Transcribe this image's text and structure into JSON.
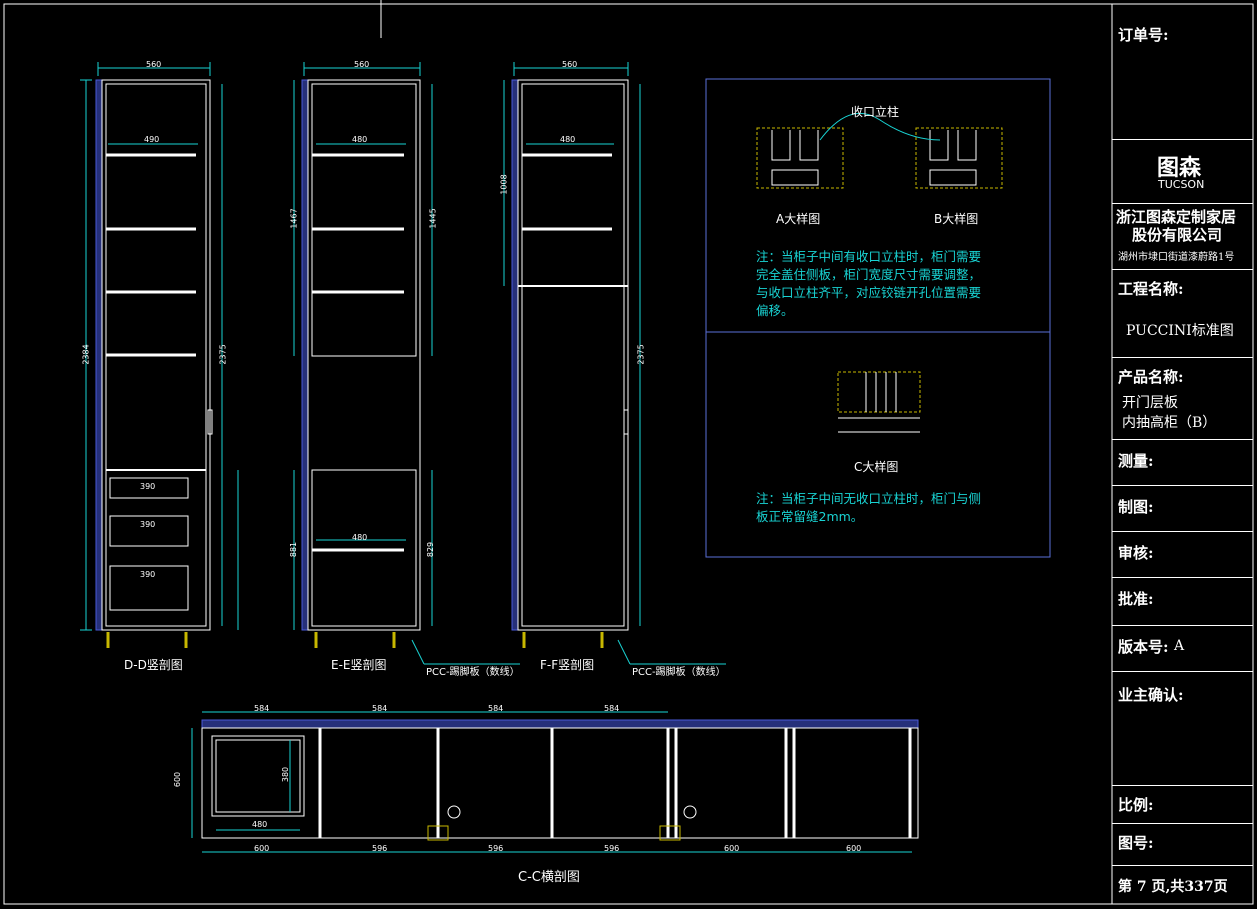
{
  "title_block": {
    "order_label": "订单号:",
    "brand_cn": "图森",
    "brand_en": "TUCSON",
    "company_line1": "浙江图森定制家居",
    "company_line2": "股份有限公司",
    "company_address": "湖州市埭口街道漆蔚路1号",
    "project_label": "工程名称:",
    "project_value": "PUCCINI标准图",
    "product_label": "产品名称:",
    "product_value_line1": "开门层板",
    "product_value_line2": "内抽高柜（B）",
    "measure_label": "测量:",
    "drawing_label": "制图:",
    "review_label": "审核:",
    "approve_label": "批准:",
    "version_label": "版本号:",
    "version_value": "A",
    "owner_label": "业主确认:",
    "scale_label": "比例:",
    "figure_label": "图号:",
    "page_info": "第 7 页,共337页"
  },
  "views": {
    "dd_caption": "D-D竖剖图",
    "ee_caption": "E-E竖剖图",
    "ff_caption": "F-F竖剖图",
    "cc_caption": "C-C横剖图",
    "pcc_label_1": "PCC-踢脚板（数线）",
    "pcc_label_2": "PCC-踢脚板（数线）"
  },
  "detail": {
    "column_label": "收口立柱",
    "a_caption": "A大样图",
    "b_caption": "B大样图",
    "c_caption": "C大样图",
    "note1_line1": "注：当柜子中间有收口立柱时，柜门需要",
    "note1_line2": "完全盖住侧板，柜门宽度尺寸需要调整，",
    "note1_line3": "与收口立柱齐平，对应铰链开孔位置需要",
    "note1_line4": "偏移。",
    "note2_line1": "注：当柜子中间无收口立柱时，柜门与侧",
    "note2_line2": "板正常留缝2mm。"
  },
  "dimensions": {
    "dd_width": "560",
    "ee_width": "560",
    "ff_width": "560",
    "dd_shelf": "490",
    "ee_shelf": "480",
    "ff_shelf": "480",
    "drawer_1": "390",
    "drawer_2": "390",
    "drawer_3": "390",
    "ee_lower_shelf": "480",
    "dd_height": "2384",
    "dd_inner_height": "2375",
    "ee_upper": "1467",
    "ee_upper_inner": "1445",
    "ee_lower": "881",
    "ee_lower_inner": "829",
    "ff_upper": "1008",
    "ff_inner": "2375",
    "cc_top_1": "584",
    "cc_top_2": "584",
    "cc_top_3": "584",
    "cc_top_4": "584",
    "cc_bot_1": "600",
    "cc_bot_2": "596",
    "cc_bot_3": "596",
    "cc_bot_4": "596",
    "cc_bot_5": "600",
    "cc_bot_6": "600",
    "cc_depth": "600",
    "cc_inner_h": "380",
    "cc_inner_w": "480"
  },
  "colors": {
    "background": "#000000",
    "line": "#ffffff",
    "dimension": "#19d3d3",
    "hatch": "#4a5ad8",
    "detail_frame": "#5a6fd8",
    "hinge": "#c8b800"
  }
}
